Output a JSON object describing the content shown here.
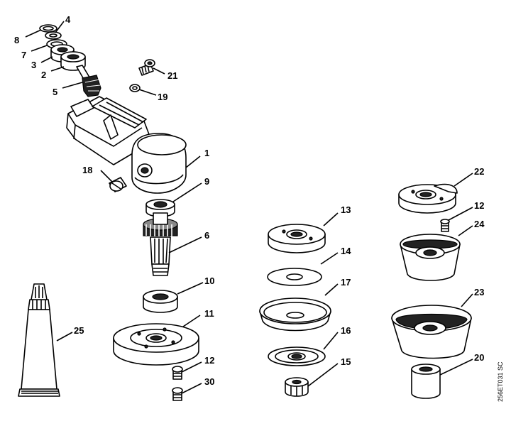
{
  "callouts": [
    "1",
    "2",
    "3",
    "4",
    "5",
    "6",
    "7",
    "8",
    "9",
    "10",
    "11",
    "12",
    "12",
    "13",
    "14",
    "15",
    "16",
    "17",
    "18",
    "19",
    "20",
    "21",
    "22",
    "23",
    "24",
    "25",
    "30"
  ],
  "drawing_code": "256ET031 SC"
}
